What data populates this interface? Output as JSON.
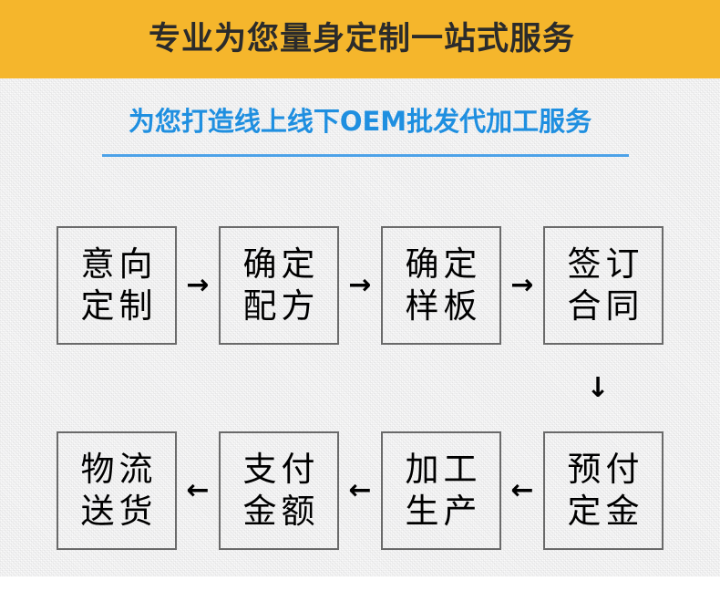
{
  "banner": {
    "title": "专业为您量身定制一站式服务",
    "background_color": "#f5b62c",
    "text_color": "#2b2b2b"
  },
  "subtitle": {
    "text": "为您打造线上线下OEM批发代加工服务",
    "color": "#1f8fe0",
    "rule_color": "#4da2e8"
  },
  "flow": {
    "row_top": {
      "nodes": [
        {
          "line1": "意向",
          "line2": "定制"
        },
        {
          "line1": "确定",
          "line2": "配方"
        },
        {
          "line1": "确定",
          "line2": "样板"
        },
        {
          "line1": "签订",
          "line2": "合同"
        }
      ],
      "connectors": [
        "→",
        "→",
        "→"
      ]
    },
    "row_bottom": {
      "nodes": [
        {
          "line1": "物流",
          "line2": "送货"
        },
        {
          "line1": "支付",
          "line2": "金额"
        },
        {
          "line1": "加工",
          "line2": "生产"
        },
        {
          "line1": "预付",
          "line2": "定金"
        }
      ],
      "connectors": [
        "←",
        "←",
        "←"
      ]
    },
    "connector_down": "↓",
    "node_border_color": "#6a6a6a",
    "node_text_color": "#000000"
  }
}
